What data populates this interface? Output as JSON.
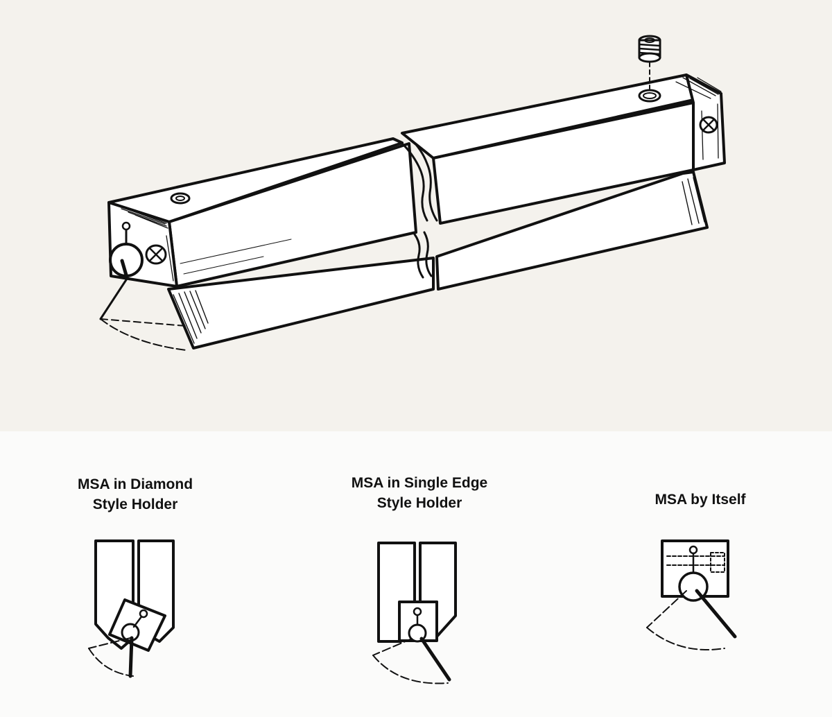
{
  "captions": {
    "diamond_holder": [
      "MSA in Diamond",
      "Style Holder"
    ],
    "single_edge_holder": [
      "MSA in Single Edge",
      "Style Holder"
    ],
    "by_itself": [
      "MSA by Itself"
    ]
  },
  "colors": {
    "ink": "#111111",
    "top_background": "#f4f2ed",
    "bottom_background": "#fbfbfa"
  }
}
